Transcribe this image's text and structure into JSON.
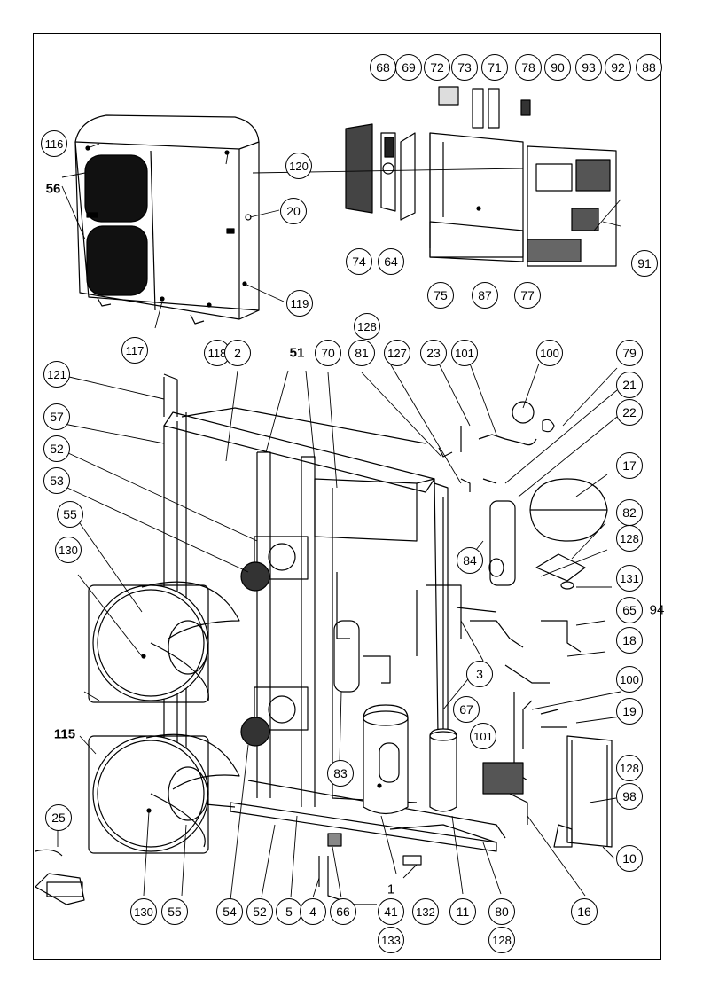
{
  "callouts": [
    {
      "id": "68",
      "label": "68"
    },
    {
      "id": "69",
      "label": "69"
    },
    {
      "id": "72",
      "label": "72"
    },
    {
      "id": "73",
      "label": "73"
    },
    {
      "id": "71",
      "label": "71"
    },
    {
      "id": "78",
      "label": "78"
    },
    {
      "id": "90",
      "label": "90"
    },
    {
      "id": "93",
      "label": "93"
    },
    {
      "id": "92",
      "label": "92"
    },
    {
      "id": "88",
      "label": "88"
    },
    {
      "id": "116",
      "label": "116"
    },
    {
      "id": "56",
      "label": "56"
    },
    {
      "id": "120",
      "label": "120"
    },
    {
      "id": "20",
      "label": "20"
    },
    {
      "id": "74",
      "label": "74"
    },
    {
      "id": "64",
      "label": "64"
    },
    {
      "id": "75",
      "label": "75"
    },
    {
      "id": "87",
      "label": "87"
    },
    {
      "id": "77",
      "label": "77"
    },
    {
      "id": "91",
      "label": "91"
    },
    {
      "id": "119",
      "label": "119"
    },
    {
      "id": "117",
      "label": "117"
    },
    {
      "id": "118",
      "label": "118"
    },
    {
      "id": "128a",
      "label": "128"
    },
    {
      "id": "2",
      "label": "2"
    },
    {
      "id": "51",
      "label": "51"
    },
    {
      "id": "70",
      "label": "70"
    },
    {
      "id": "81",
      "label": "81"
    },
    {
      "id": "127",
      "label": "127"
    },
    {
      "id": "23",
      "label": "23"
    },
    {
      "id": "101a",
      "label": "101"
    },
    {
      "id": "100a",
      "label": "100"
    },
    {
      "id": "79",
      "label": "79"
    },
    {
      "id": "121",
      "label": "121"
    },
    {
      "id": "21",
      "label": "21"
    },
    {
      "id": "22",
      "label": "22"
    },
    {
      "id": "57",
      "label": "57"
    },
    {
      "id": "17",
      "label": "17"
    },
    {
      "id": "52a",
      "label": "52"
    },
    {
      "id": "53",
      "label": "53"
    },
    {
      "id": "82",
      "label": "82"
    },
    {
      "id": "55a",
      "label": "55"
    },
    {
      "id": "128b",
      "label": "128"
    },
    {
      "id": "130a",
      "label": "130"
    },
    {
      "id": "84",
      "label": "84"
    },
    {
      "id": "131",
      "label": "131"
    },
    {
      "id": "65",
      "label": "65"
    },
    {
      "id": "94",
      "label": "94"
    },
    {
      "id": "18",
      "label": "18"
    },
    {
      "id": "3",
      "label": "3"
    },
    {
      "id": "100b",
      "label": "100"
    },
    {
      "id": "67",
      "label": "67"
    },
    {
      "id": "101b",
      "label": "101"
    },
    {
      "id": "19",
      "label": "19"
    },
    {
      "id": "115",
      "label": "115"
    },
    {
      "id": "128c",
      "label": "128"
    },
    {
      "id": "83",
      "label": "83"
    },
    {
      "id": "98",
      "label": "98"
    },
    {
      "id": "25",
      "label": "25"
    },
    {
      "id": "10",
      "label": "10"
    },
    {
      "id": "1",
      "label": "1"
    },
    {
      "id": "130b",
      "label": "130"
    },
    {
      "id": "55b",
      "label": "55"
    },
    {
      "id": "54",
      "label": "54"
    },
    {
      "id": "52b",
      "label": "52"
    },
    {
      "id": "5",
      "label": "5"
    },
    {
      "id": "4",
      "label": "4"
    },
    {
      "id": "66",
      "label": "66"
    },
    {
      "id": "41",
      "label": "41"
    },
    {
      "id": "132",
      "label": "132"
    },
    {
      "id": "11",
      "label": "11"
    },
    {
      "id": "80",
      "label": "80"
    },
    {
      "id": "16",
      "label": "16"
    },
    {
      "id": "133",
      "label": "133"
    },
    {
      "id": "128d",
      "label": "128"
    }
  ]
}
